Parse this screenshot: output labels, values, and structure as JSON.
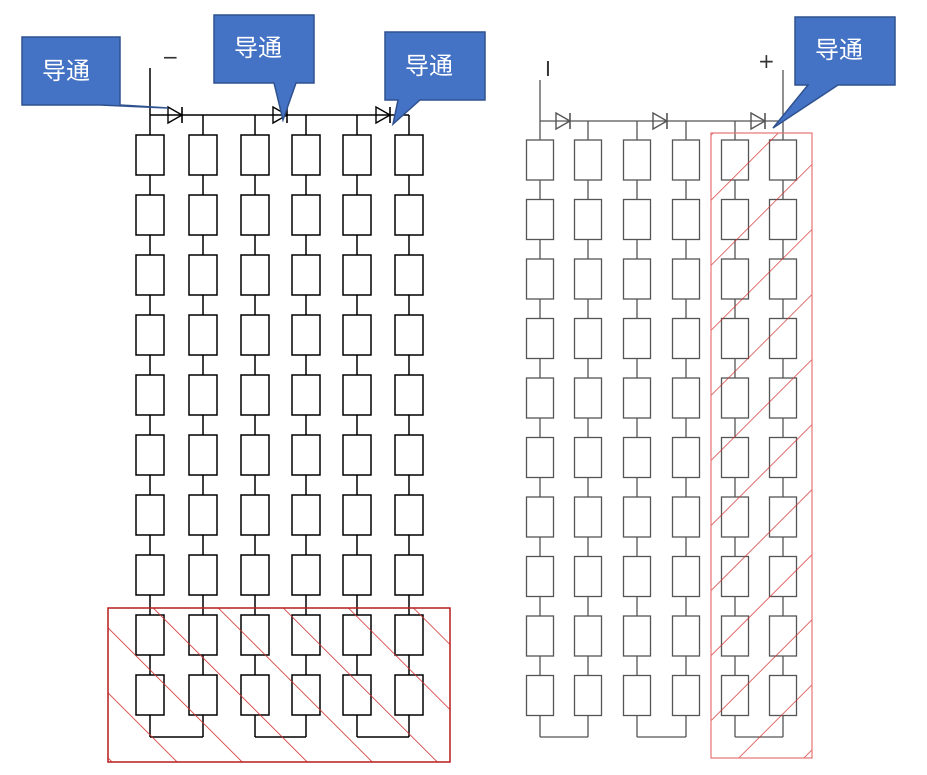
{
  "left_panel": {
    "polarity_label": "−",
    "callouts": [
      "导通",
      "导通",
      "导通"
    ],
    "string_count": 6,
    "cells_per_string": 10,
    "shaded_region": "bottom-rows",
    "shaded_rows": 2
  },
  "right_panel": {
    "polarity_labels": [
      "I",
      "+"
    ],
    "callouts": [
      "导通"
    ],
    "string_count": 6,
    "cells_per_string": 10,
    "shaded_region": "right-column-pair",
    "shaded_columns": 2
  },
  "colors": {
    "callout_fill": "#4472c4",
    "callout_border": "#2f528f",
    "hatch": "#d32f2f",
    "wire_left": "#000000",
    "wire_right": "#555555",
    "cell_fill": "#ffffff"
  },
  "icons": {
    "diode": "diode-icon",
    "cell": "pv-cell-icon",
    "callout": "speech-callout-icon"
  }
}
